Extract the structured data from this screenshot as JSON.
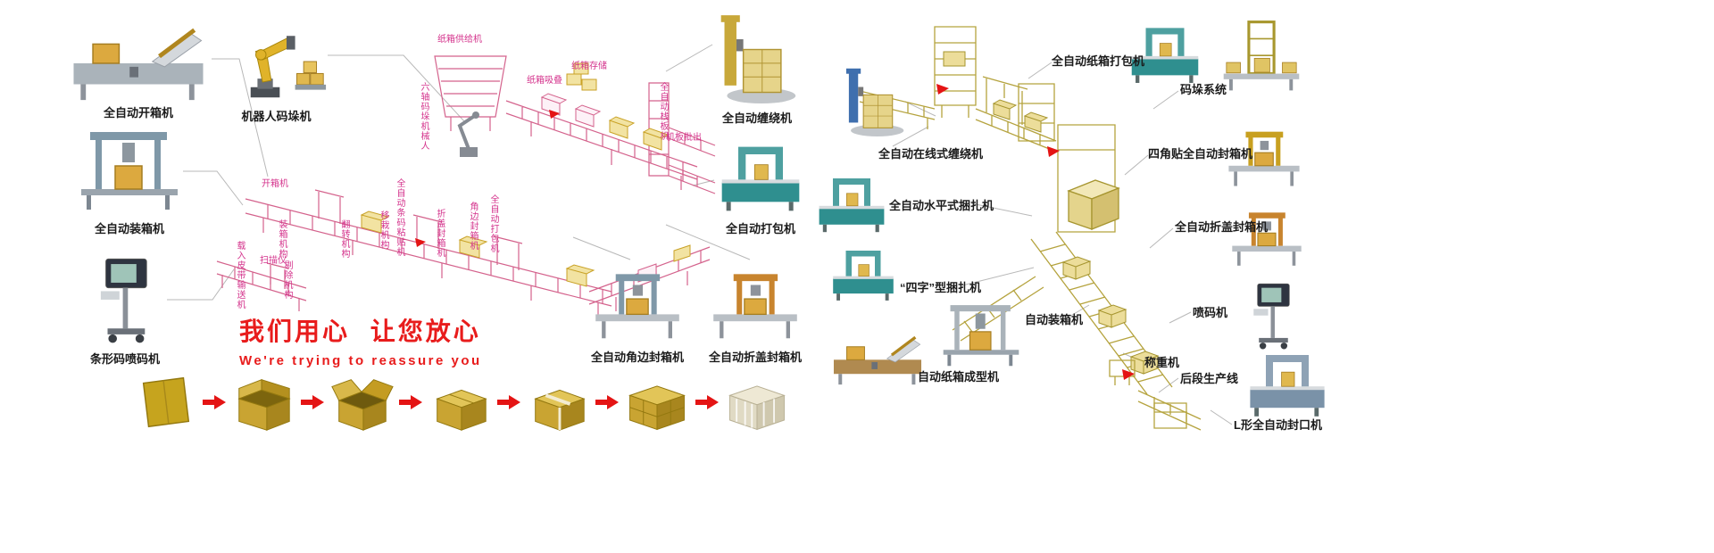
{
  "colors": {
    "accent_red": "#e41414",
    "slogan_red": "#e81c1c",
    "center_line_pink": "#d4628c",
    "right_line_khaki": "#b5a33e",
    "carton_gold": "#c9a432"
  },
  "slogan": {
    "cn": "我们用心 让您放心",
    "en": "We're trying to reassure you"
  },
  "machines": {
    "carton_opener": "全自动开箱机",
    "robot_palletizer": "机器人码垛机",
    "case_packer": "全自动装箱机",
    "barcode_printer": "条形码喷码机",
    "pallet_wrapper": "全自动缠绕机",
    "strapping_machine": "全自动打包机",
    "corner_sealer": "全自动角边封箱机",
    "flap_sealer": "全自动折盖封箱机",
    "online_wrapper": "全自动在线式缠绕机",
    "horizontal_strapper": "全自动水平式捆扎机",
    "four_strapper": "“四字”型捆扎机",
    "auto_case_packer": "自动装箱机",
    "carton_former": "自动纸箱成型机",
    "carton_strapper": "全自动纸箱打包机",
    "palletizing_system": "码垛系统",
    "corner_taper": "四角贴全自动封箱机",
    "flap_sealer2": "全自动折盖封箱机",
    "inkjet": "喷码机",
    "weigher": "称重机",
    "backend_line": "后段生产线",
    "l_sealer": "L形全自动封口机"
  },
  "line_labels": {
    "feeder": "纸箱供给机",
    "suction": "纸箱吸叠",
    "storage": "纸箱存储",
    "six_axis": "六轴码垛机械人",
    "palletizer": "全自动栈板机",
    "board_out": "机板批出",
    "opener": "开箱机",
    "packing": "装箱机构",
    "flip": "翻转机构",
    "transfer": "移栽机构",
    "labeler": "全自动条码粘贴机",
    "flap_seal": "折盖封箱机",
    "corner_seal": "角边封箱机",
    "strapper": "全自动打包机",
    "belt_in": "载入皮带输送机",
    "scanner": "扫描仪",
    "reject": "剔除机构"
  }
}
